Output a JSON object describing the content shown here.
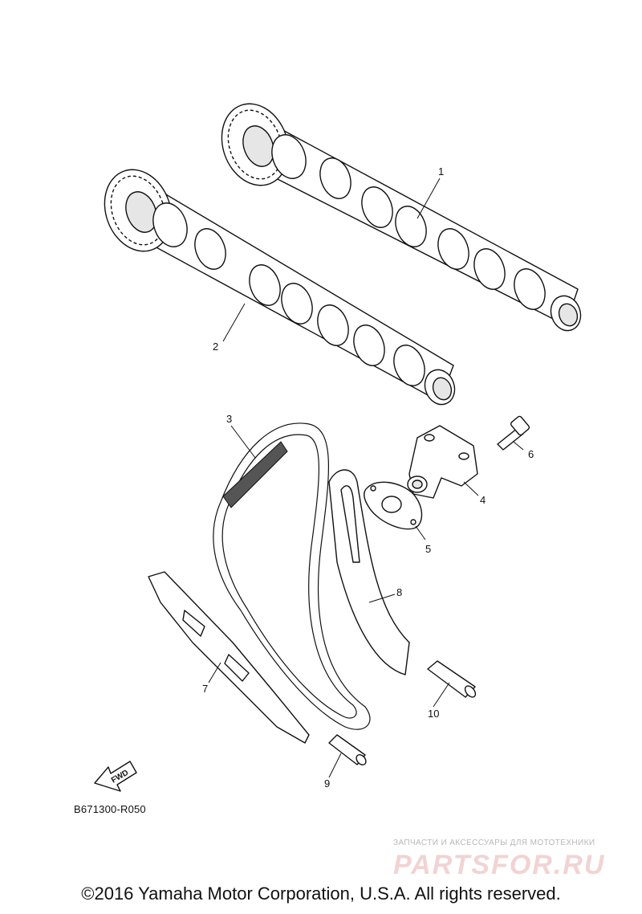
{
  "diagram": {
    "callouts": [
      {
        "id": "callout-1",
        "label": "1"
      },
      {
        "id": "callout-2",
        "label": "2"
      },
      {
        "id": "callout-3",
        "label": "3"
      },
      {
        "id": "callout-4",
        "label": "4"
      },
      {
        "id": "callout-5",
        "label": "5"
      },
      {
        "id": "callout-6",
        "label": "6"
      },
      {
        "id": "callout-7",
        "label": "7"
      },
      {
        "id": "callout-8",
        "label": "8"
      },
      {
        "id": "callout-9",
        "label": "9"
      },
      {
        "id": "callout-10",
        "label": "10"
      }
    ],
    "fwd_label": "FWD",
    "diagram_code": "B671300-R050"
  },
  "watermark": {
    "tagline": "ЗАПЧАСТИ И АКСЕССУАРЫ ДЛЯ МОТОТЕХНИКИ",
    "logo_text": "PARTSFOR.RU",
    "logo_color": "#e8b0b0"
  },
  "copyright": "©2016 Yamaha Motor Corporation, U.S.A. All rights reserved."
}
